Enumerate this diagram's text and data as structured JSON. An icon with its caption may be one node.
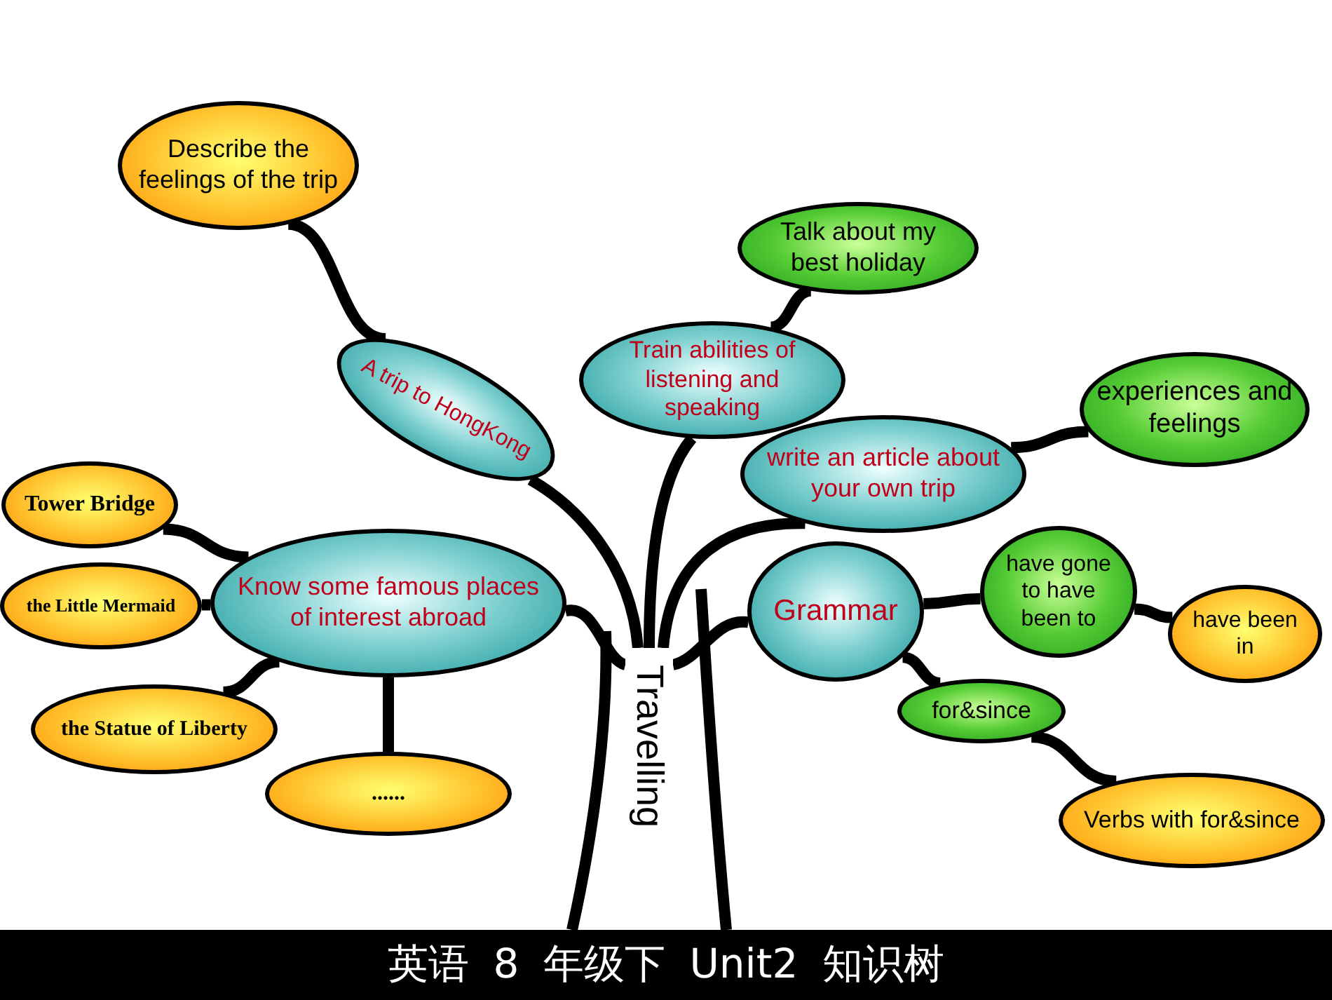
{
  "diagram": {
    "title": "英语 8 年级下 Unit2 知识树",
    "nodes": [
      {
        "text": [
          "Travelling"
        ]
      },
      {
        "text": [
          "Describe the feelings of the trip"
        ]
      },
      {
        "text": [
          "Talk about my best holiday"
        ]
      },
      {
        "text": [
          "A trip to HongKong"
        ]
      },
      {
        "text": [
          "Train abilities of listening and speaking"
        ]
      },
      {
        "text": [
          "experiences and feelings"
        ]
      },
      {
        "text": [
          "write an article about your own trip"
        ]
      },
      {
        "text": [
          "Tower Bridge"
        ]
      },
      {
        "text": [
          "Know some famous places of interest abroad"
        ]
      },
      {
        "text": [
          "Grammar"
        ]
      },
      {
        "text": [
          "have gone to have been to"
        ]
      },
      {
        "text": [
          "have been in"
        ]
      },
      {
        "text": [
          "the Little Mermaid"
        ]
      },
      {
        "text": [
          "for&since"
        ]
      },
      {
        "text": [
          "the Statue of Liberty"
        ]
      },
      {
        "text": [
          "......"
        ]
      },
      {
        "text": [
          "Verbs with for&since"
        ]
      }
    ],
    "edges": [
      {
        "from": 0,
        "to": 3,
        "arrow": "none"
      },
      {
        "from": 0,
        "to": 4,
        "arrow": "none"
      },
      {
        "from": 0,
        "to": 6,
        "arrow": "none"
      },
      {
        "from": 0,
        "to": 8,
        "arrow": "none"
      },
      {
        "from": 0,
        "to": 9,
        "arrow": "none"
      },
      {
        "from": 3,
        "to": 1,
        "arrow": "none"
      },
      {
        "from": 4,
        "to": 2,
        "arrow": "none"
      },
      {
        "from": 6,
        "to": 5,
        "arrow": "none"
      },
      {
        "from": 8,
        "to": 7,
        "arrow": "none"
      },
      {
        "from": 8,
        "to": 12,
        "arrow": "none"
      },
      {
        "from": 8,
        "to": 14,
        "arrow": "none"
      },
      {
        "from": 8,
        "to": 15,
        "arrow": "none"
      },
      {
        "from": 9,
        "to": 10,
        "arrow": "none"
      },
      {
        "from": 10,
        "to": 11,
        "arrow": "none"
      },
      {
        "from": 9,
        "to": 13,
        "arrow": "none"
      },
      {
        "from": 13,
        "to": 16,
        "arrow": "none"
      }
    ]
  }
}
